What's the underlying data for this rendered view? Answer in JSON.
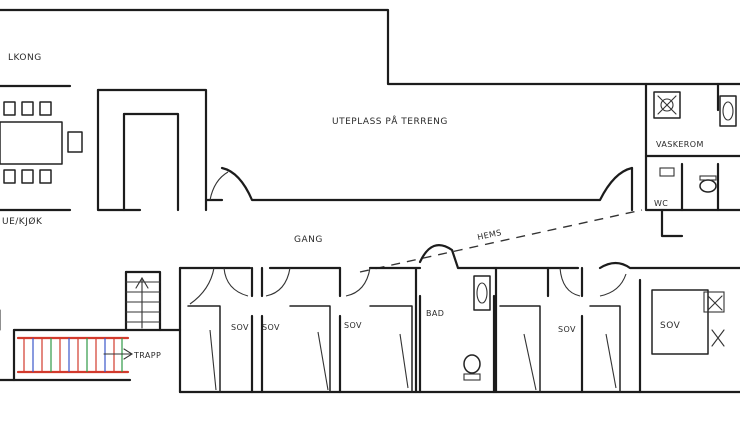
{
  "accent_colors": {
    "wall": "#1c1c1c",
    "stair_red": "#d23a2c",
    "stair_blue": "#3a57c9",
    "stair_green": "#2e9a45",
    "door_swing": "#333333"
  },
  "labels": {
    "balcony": "LKONG",
    "living_kitchen": "UE/KJØK",
    "outdoor": "UTEPLASS PÅ TERRENG",
    "laundry": "VASKEROM",
    "wc": "WC",
    "hallway": "GANG",
    "loft": "HEMS",
    "stair": "TRAPP",
    "bath": "BAD",
    "bedroom_1": "SOV",
    "bedroom_2": "SOV",
    "bedroom_3": "SOV",
    "bedroom_4": "SOV",
    "bedroom_5": "SOV"
  },
  "icons": {
    "sink": "sink-icon",
    "toilet": "toilet-icon",
    "washer": "washing-machine-icon",
    "bed": "bed-icon",
    "stair_arrow": "arrow-icon"
  }
}
